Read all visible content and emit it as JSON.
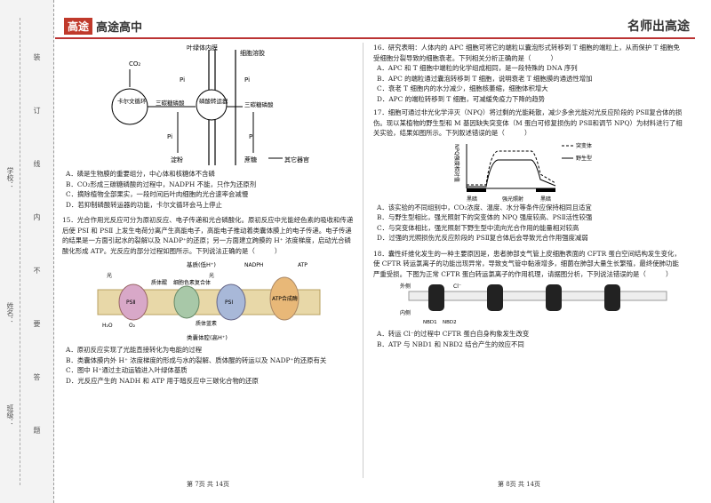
{
  "header": {
    "logo": "高途",
    "brand": "高途高中",
    "motto": "名师出高途"
  },
  "binding": {
    "school": "学校：",
    "name": "姓名：",
    "class": "班级：",
    "seal_words": [
      "装",
      "订",
      "线",
      "内",
      "不",
      "要",
      "答",
      "题"
    ]
  },
  "left": {
    "fig1": {
      "labels": {
        "thylakoid": "叶绿体内膜",
        "cytosol": "细胞溶胶",
        "co2": "CO₂",
        "cycle": "卡尔文循环",
        "tp1": "三碳糖磷酸",
        "tp2": "三碳糖磷酸",
        "pi1": "Pi",
        "pi2": "Pi",
        "pi3": "Pi",
        "pi4": "Pi",
        "transporter": "磷酸转运器",
        "starch": "淀粉",
        "sucrose": "蔗糖",
        "organs": "其它器官"
      }
    },
    "q14_options": [
      "A．磷是生物膜的重要组分，中心体和核糖体不含磷",
      "B．CO₂形成三碳糖磷酸的过程中，NADPH 不能，只作为还原剂",
      "C．摘除植物全部果实，一段时间后叶肉细胞的光合速率会减慢",
      "D．若抑制磷酸转运器的功能，卡尔文循环会马上停止"
    ],
    "q15_stem": "15．光合作用光反应可分为原初反应、电子传递和光合磷酸化。原初反应中光能经色素的吸收和传递后使 PSⅠ 和 PSⅡ 上发生电荷分离产生高能电子，高能电子推动着类囊体膜上的电子传递。电子传递的结果是一方面引起水的裂解以及 NADP⁺的还原；另一方面建立跨膜的 H⁺ 浓度梯度，启动光合磷酸化形成 ATP。光反应的部分过程如图所示。下列说法正确的是（　　　）",
    "fig2": {
      "labels": {
        "stroma": "基质(低H⁺)",
        "lumen": "类囊体腔(高H⁺)",
        "psii": "PSⅡ",
        "psi": "PSⅠ",
        "cyt": "细胞色素复合体",
        "atp_synthase": "ATP合成酶",
        "pq": "质体醌",
        "pc": "质体蓝素",
        "light1": "光",
        "light2": "光",
        "h2o": "H₂O",
        "o2": "O₂",
        "nadph": "NADPH",
        "atp": "ATP"
      }
    },
    "q15_options": [
      "A．原初反应实现了光能直接转化为电能的过程",
      "B．类囊体膜内外 H⁺ 浓度梯度的形成与水的裂解、质体醌的转运以及 NADP⁺的还原有关",
      "C．图中 H⁺通过主动运输进入叶绿体基质",
      "D．光反应产生的 NADH 和 ATP 用于暗反应中三碳化合物的还原"
    ],
    "page": "第 7页 共 14页"
  },
  "right": {
    "q16_stem": "16．研究表明：人体内的 APC 细胞可将它的端粒以囊泡形式转移到 T 细胞的端粒上，从而保护 T 细胞免受细胞分裂导致的细胞衰老。下列相关分析正确的是（　　　）",
    "q16_options": [
      "A．APC 和 T 细胞中端粒的化学组成相同，是一段特殊的 DNA 序列",
      "B．APC 的端粒通过囊泡转移到 T 细胞，说明衰老 T 细胞膜的通透性增加",
      "C．衰老 T 细胞内的水分减少，细胞核萎缩，细胞体积增大",
      "D．APC 的端粒转移到 T 细胞，可减缓免疫力下降的趋势"
    ],
    "q17_stem": "17．细胞可通过非光化学淬灭（NPQ）将过剩的光能耗散，减少多余光能对光反应阶段的 PSⅡ复合体的损伤。现以某植物的野生型和 M 基因缺失突变体（M 蛋白可修复损伤的 PSⅡ和调节 NPQ）为材料进行了相关实验，结果如图所示。下列叙述错误的是（　　　）",
    "chart_labels": {
      "ylabel": "NPQ强度相对值",
      "x1": "黑暗",
      "x2": "强光照射",
      "x3": "黑暗",
      "mutant": "突变体",
      "wildtype": "野生型"
    },
    "q17_options": [
      "A．该实验的不同组别中，CO₂浓度、温度、水分等条件应保持相同且适宜",
      "B．与野生型相比，强光照射下的突变体的 NPQ 强度较高、PSⅡ活性较强",
      "C．与突变体相比，强光照射下野生型中流向光合作用的能量相对较高",
      "D．过强的光照损伤光反应阶段的 PSⅡ复合体后会导致光合作用强度减弱"
    ],
    "q18_stem": "18．囊性纤维化发生的一种主要原因是，患者肺部支气管上皮细胞表面的 CFTR 蛋白空间结构发生变化，使 CFTR 转运氯离子的功能出现异常，导致支气管中黏液增多，细菌在肺部大量生长繁殖，最终使肺功能严重受损。下图为正常 CFTR 蛋白转运氯离子的作用机理，请据图分析，下列说法错误的是（　　　）",
    "fig3": {
      "labels": {
        "outside": "外侧",
        "inside": "内侧",
        "cl": "Cl⁻",
        "nbd1": "NBD1",
        "nbd2": "NBD2"
      }
    },
    "q18_options": [
      "A．转运 Cl⁻的过程中 CFTR 蛋白自身构象发生改变",
      "B．ATP 与 NBD1 和 NBD2 结合产生的效应不同"
    ],
    "page": "第 8页 共 14页"
  }
}
